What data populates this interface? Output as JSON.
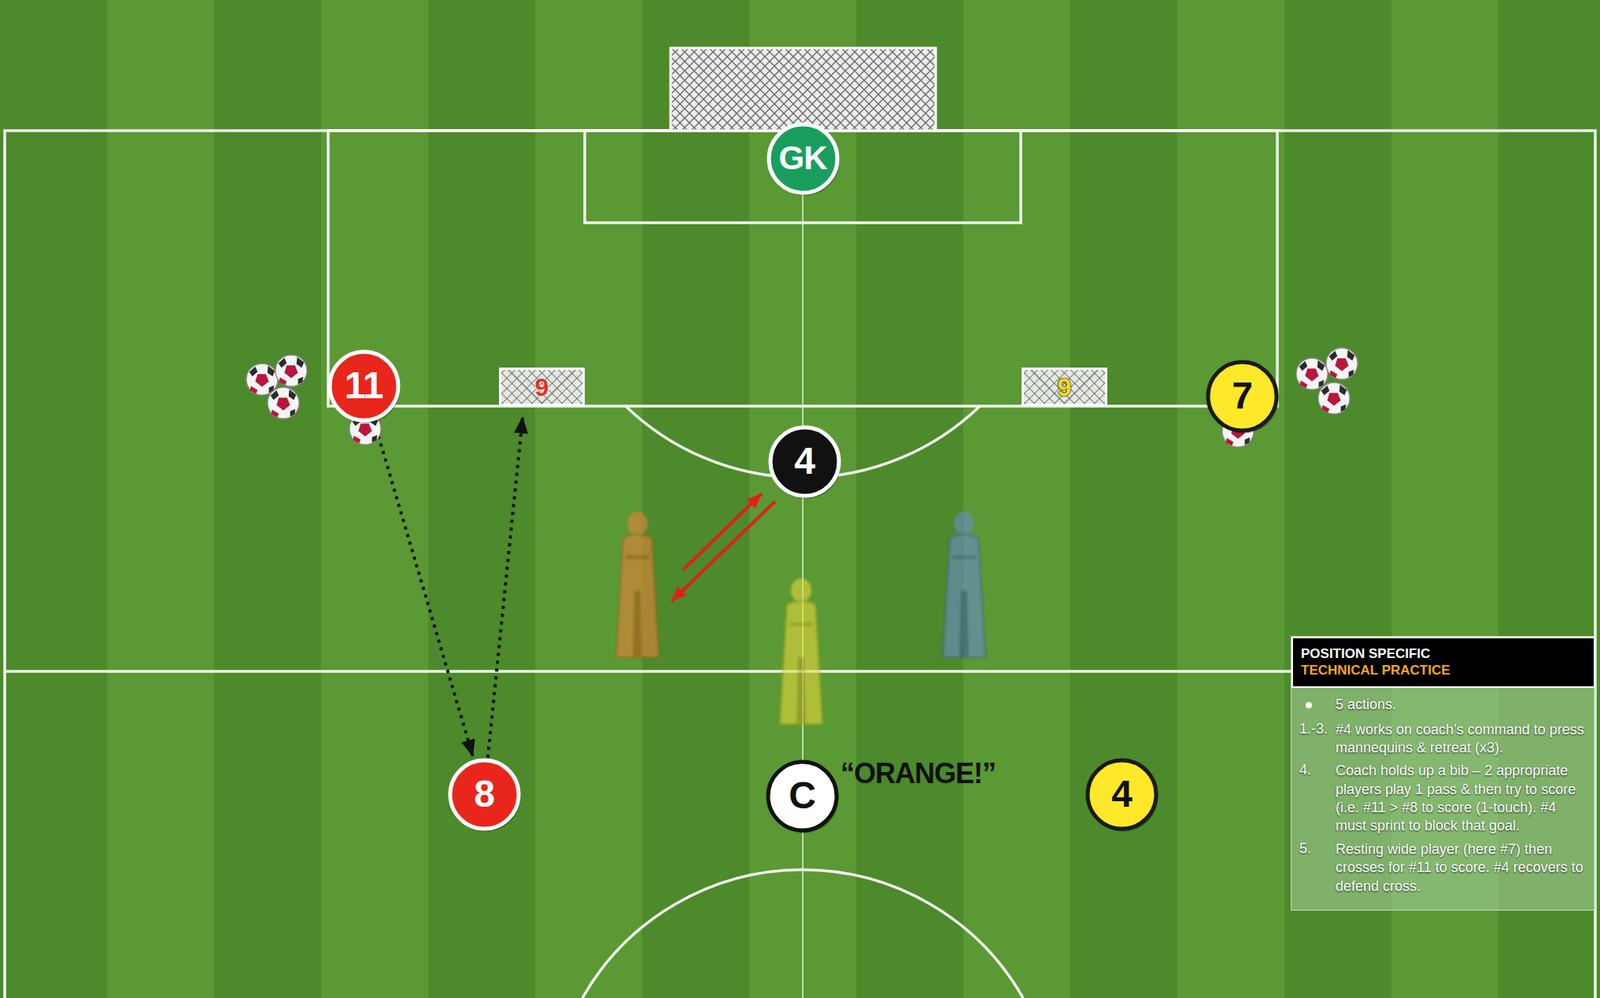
{
  "diagram": {
    "nodes": [
      {
        "text": [
          "GK"
        ]
      },
      {
        "text": [
          "11"
        ]
      },
      {
        "text": [
          "9"
        ]
      },
      {
        "text": [
          "9"
        ]
      },
      {
        "text": [
          "7"
        ]
      },
      {
        "text": [
          "4"
        ]
      },
      {
        "text": [
          "8"
        ]
      },
      {
        "text": [
          "C"
        ]
      },
      {
        "text": [
          "4"
        ]
      },
      {
        "text": [
          "5 actions.",
          "1.-3.",
          "#4 works on coach’s command to press mannequins & retreat (x3).",
          "4.",
          "Coach holds up a bib – 2 appropriate players play 1 pass & then try to score (i.e. #11 > #8 to score (1-touch). #4 must sprint to block that goal.",
          "5.",
          "Resting wide player (here #7) then crosses for #11 to score. #4 recovers to defend cross."
        ]
      },
      {
        "text": [
          "POSITION SPECIFIC",
          "TECHNICAL PRACTICE"
        ],
        "in": 9
      }
    ],
    "edges": [
      {
        "from": 1,
        "to": 6,
        "arrow": "to"
      },
      {
        "from": 6,
        "to": 2,
        "arrow": "to"
      }
    ],
    "labels": [
      "“ORANGE!”"
    ]
  }
}
